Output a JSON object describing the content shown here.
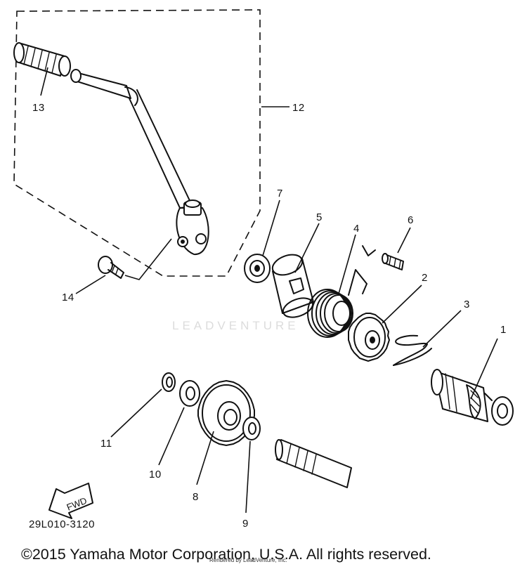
{
  "diagram": {
    "callouts": [
      {
        "id": "1",
        "label": "1"
      },
      {
        "id": "2",
        "label": "2"
      },
      {
        "id": "3",
        "label": "3"
      },
      {
        "id": "4",
        "label": "4"
      },
      {
        "id": "5",
        "label": "5"
      },
      {
        "id": "6",
        "label": "6"
      },
      {
        "id": "7",
        "label": "7"
      },
      {
        "id": "8",
        "label": "8"
      },
      {
        "id": "9",
        "label": "9"
      },
      {
        "id": "10",
        "label": "10"
      },
      {
        "id": "11",
        "label": "11"
      },
      {
        "id": "12",
        "label": "12"
      },
      {
        "id": "13",
        "label": "13"
      },
      {
        "id": "14",
        "label": "14"
      }
    ],
    "fwd_label": "FWD",
    "diagram_code": "29L010-3120",
    "watermark": "LEADVENTURE",
    "copyright": "©2015 Yamaha Motor Corporation, U.S.A. All rights reserved.",
    "small_note": "Rendered by LeadVenture, Inc."
  }
}
